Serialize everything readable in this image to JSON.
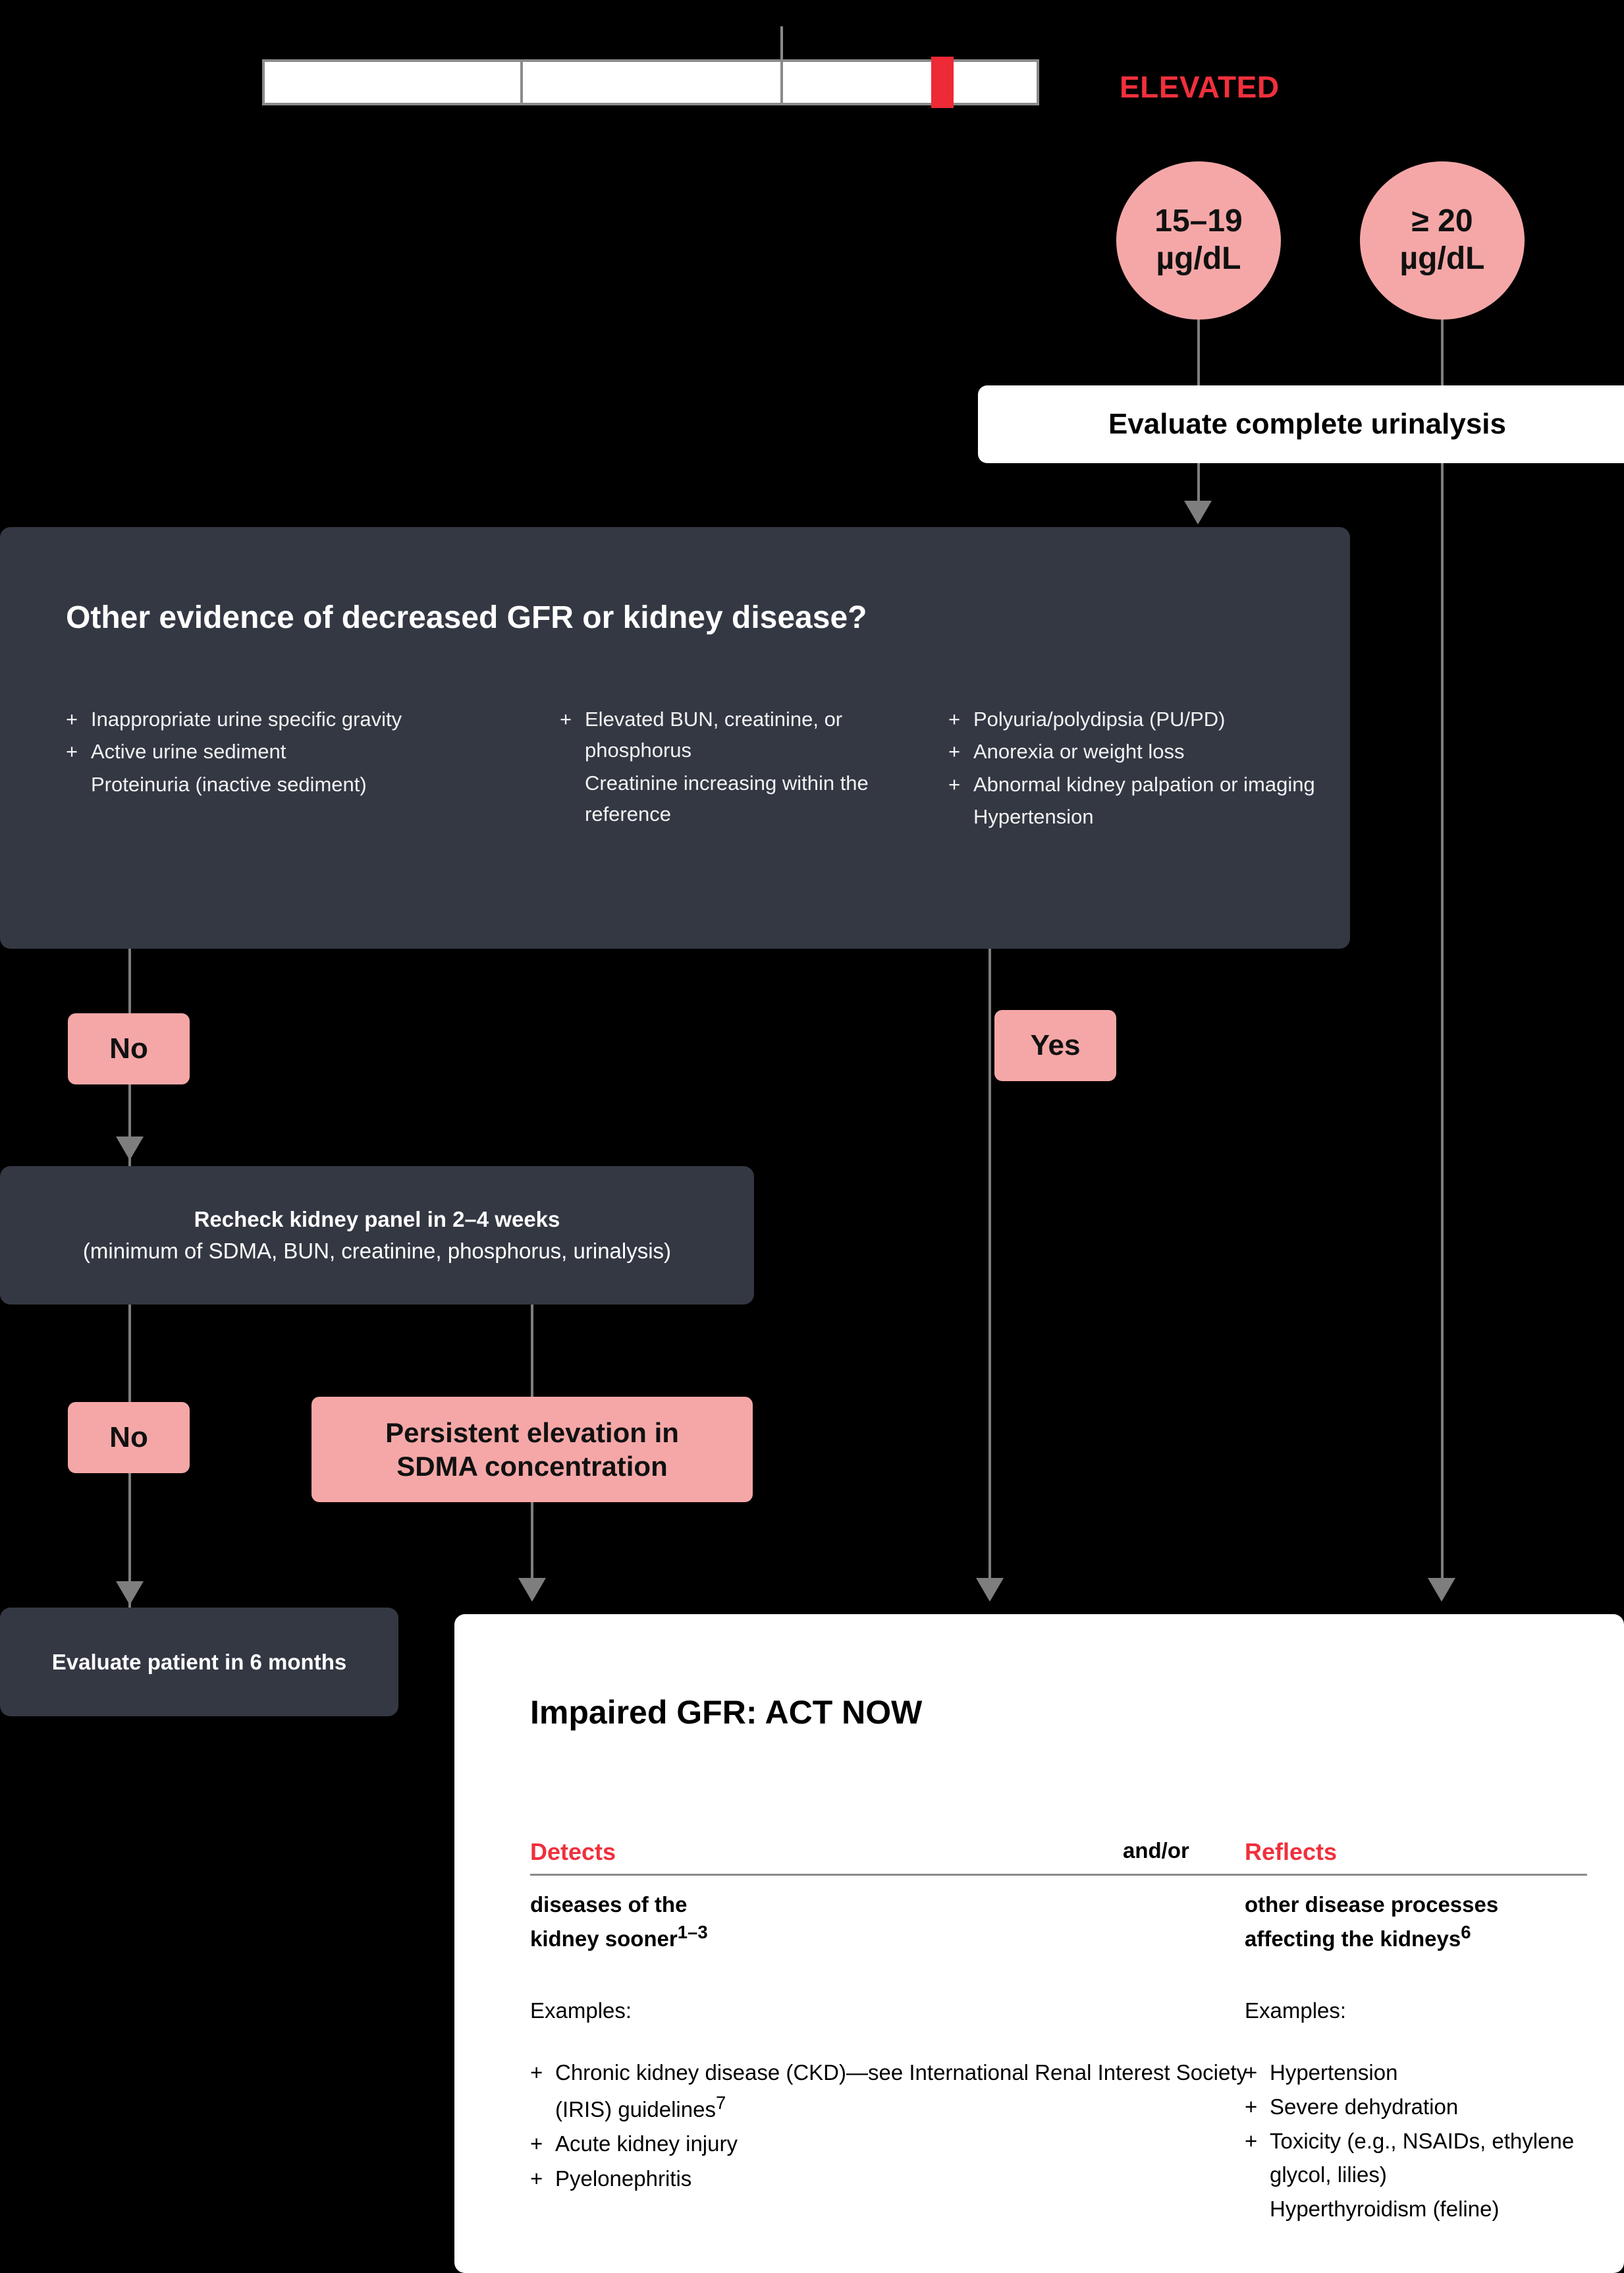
{
  "scale": {
    "status_label": "ELEVATED",
    "marker_color": "#ED2A35"
  },
  "circles": [
    {
      "range": "15–19",
      "units": "µg/dL"
    },
    {
      "range": "≥ 20",
      "units": "µg/dL"
    }
  ],
  "urinalysis": {
    "label": "Evaluate complete urinalysis"
  },
  "gfr": {
    "title": "Other evidence of decreased GFR or kidney disease?",
    "columns": [
      {
        "items": [
          {
            "bullet": "+",
            "text": "Inappropriate urine specific gravity"
          },
          {
            "bullet": "+",
            "text": "Active urine sediment"
          }
        ],
        "continuation": "Proteinuria (inactive sediment)"
      },
      {
        "items": [
          {
            "bullet": "+",
            "text": "Elevated BUN, creatinine, or phosphorus"
          }
        ],
        "continuation": "Creatinine increasing within the reference"
      },
      {
        "items": [
          {
            "bullet": "+",
            "text": "Polyuria/polydipsia (PU/PD)"
          },
          {
            "bullet": "+",
            "text": "Anorexia or weight loss"
          },
          {
            "bullet": "+",
            "text": "Abnormal kidney palpation or imaging"
          }
        ],
        "continuation": "Hypertension"
      }
    ],
    "answer_no": "No",
    "answer_yes": "Yes"
  },
  "recheck": {
    "line1": "Recheck kidney panel in 2–4 weeks",
    "line2": "(minimum of SDMA, BUN, creatinine, phosphorus, urinalysis)",
    "answer_no": "No"
  },
  "persistent": {
    "line1": "Persistent elevation in",
    "line2": "SDMA concentration"
  },
  "evaluate_6_months": {
    "label": "Evaluate patient in 6 months"
  },
  "act_now": {
    "title": "Impaired GFR: ACT NOW",
    "andor": "and/or",
    "left": {
      "heading": "Detects",
      "sub_line1": "diseases of the",
      "sub_line2": "kidney sooner",
      "sub_sup": "1–3",
      "examples_label": "Examples:",
      "items": [
        {
          "bullet": "+",
          "text": "Chronic kidney disease (CKD)—see International Renal Interest Society (IRIS) guidelines",
          "sup": "7"
        },
        {
          "bullet": "+",
          "text": "Acute kidney injury",
          "sup": ""
        },
        {
          "bullet": "+",
          "text": "Pyelonephritis",
          "sup": ""
        }
      ]
    },
    "right": {
      "heading": "Reflects",
      "sub_line1": "other disease processes",
      "sub_line2": "affecting the kidneys",
      "sub_sup": "6",
      "examples_label": "Examples:",
      "items": [
        {
          "bullet": "+",
          "text": "Hypertension",
          "sup": ""
        },
        {
          "bullet": "+",
          "text": "Severe dehydration",
          "sup": ""
        },
        {
          "bullet": "+",
          "text": "Toxicity (e.g., NSAIDs, ethylene glycol, lilies)",
          "sup": ""
        }
      ],
      "continuation": "Hyperthyroidism (feline)"
    }
  },
  "colors": {
    "background": "#000000",
    "panel_dark": "#343843",
    "pink": "#F5A7A7",
    "accent_red": "#F0303C",
    "connector_gray": "#7E7E7E"
  }
}
